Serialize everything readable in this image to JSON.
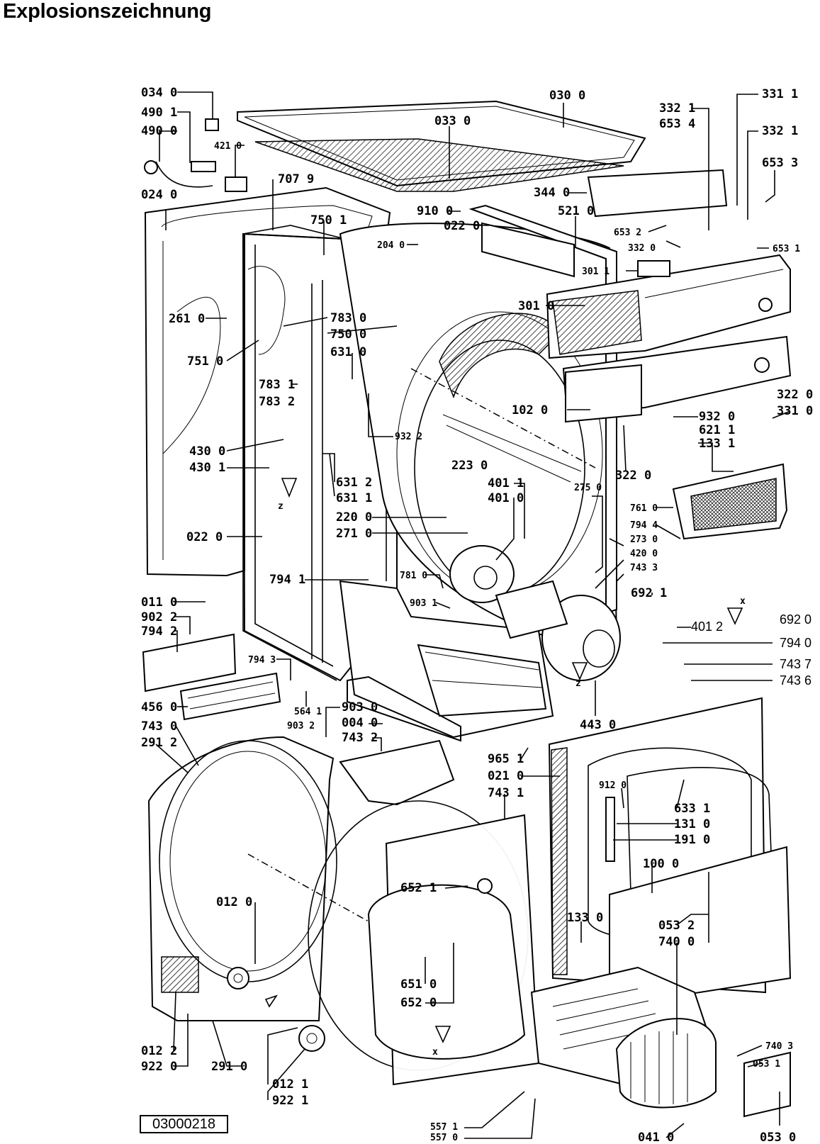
{
  "title": "Explosionszeichnung",
  "document_id": "03000218",
  "part_labels": [
    "034 0",
    "490 1",
    "490 0",
    "421 0",
    "024 0",
    "030 0",
    "033 0",
    "707 9",
    "750 1",
    "910 0",
    "022 0",
    "204 0",
    "521 0",
    "344 0",
    "332 1",
    "653 4",
    "331 1",
    "332 1",
    "653 3",
    "653 2",
    "332 0",
    "653 1",
    "301 1",
    "301 0",
    "261 0",
    "783 0",
    "750 0",
    "631 0",
    "751 0",
    "783 1",
    "783 2",
    "932 2",
    "102 0",
    "932 0",
    "621 1",
    "133 1",
    "322 0",
    "331 0",
    "322 0",
    "430 0",
    "430 1",
    "631 2",
    "631 1",
    "220 0",
    "271 0",
    "223 0",
    "401 1",
    "401 0",
    "275 0",
    "761 0",
    "794 4",
    "273 0",
    "420 0",
    "743 3",
    "022 0",
    "794 1",
    "781 0",
    "903 1",
    "692 1",
    "692 0",
    "401 2",
    "794 0",
    "743 7",
    "743 6",
    "011 0",
    "902 2",
    "794 2",
    "794 3",
    "456 0",
    "564 1",
    "903 2",
    "903 0",
    "004 0",
    "743 2",
    "443 0",
    "743 0",
    "291 2",
    "965 1",
    "021 0",
    "743 1",
    "912 0",
    "633 1",
    "131 0",
    "191 0",
    "100 0",
    "012 0",
    "652 1",
    "133 0",
    "053 2",
    "740 0",
    "651 0",
    "652 0",
    "012 2",
    "922 0",
    "291 0",
    "012 1",
    "922 1",
    "557 1",
    "557 0",
    "041 0",
    "740 3",
    "053 1",
    "053 0"
  ],
  "markers": {
    "z": "z",
    "x": "x"
  }
}
